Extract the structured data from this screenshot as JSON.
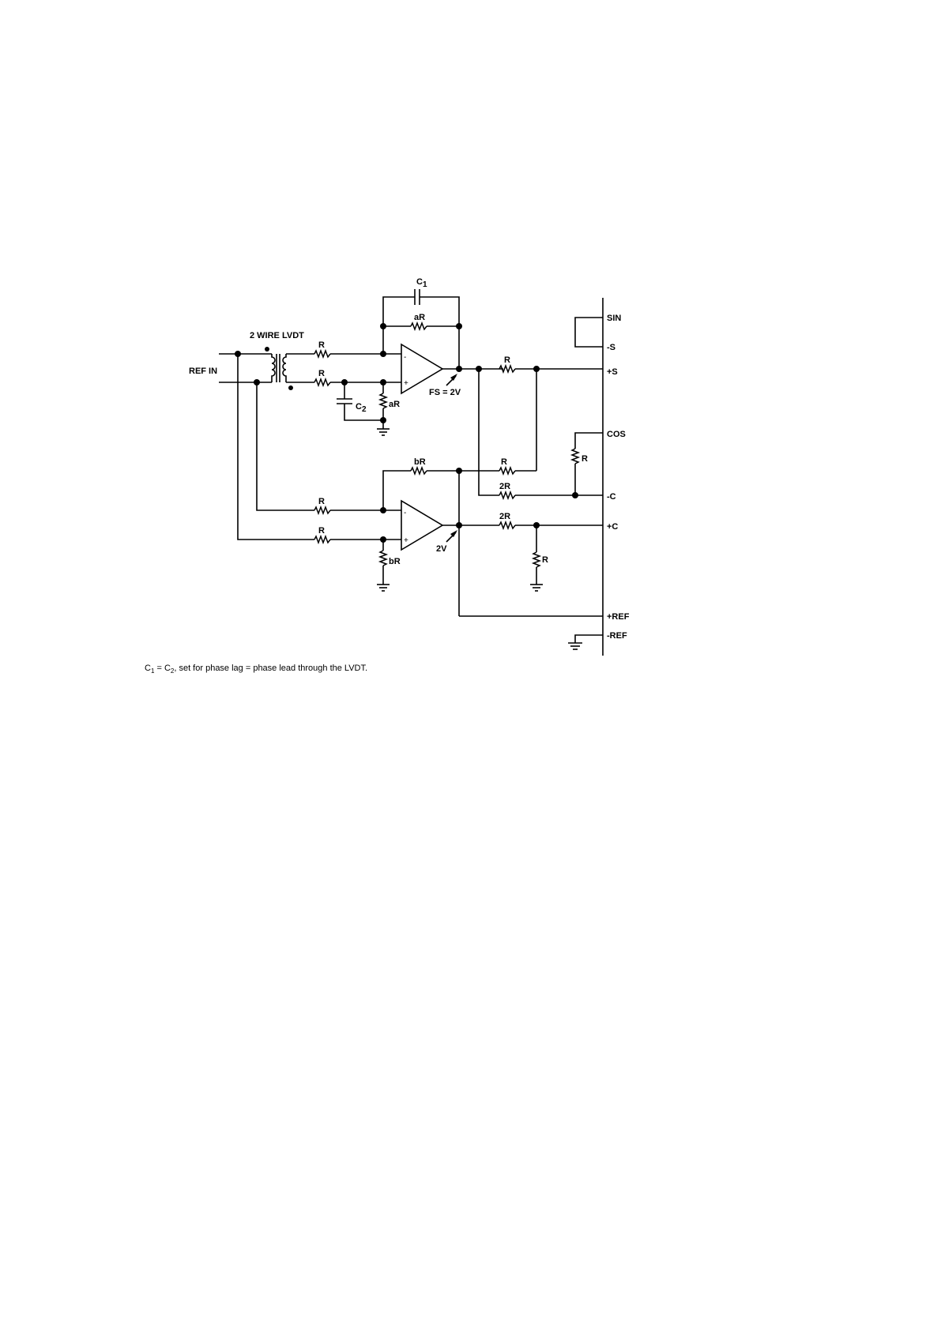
{
  "labels": {
    "lvdt": "2 WIRE LVDT",
    "ref_in": "REF IN",
    "c1_letter": "C",
    "c1_sub": "1",
    "c2_letter": "C",
    "c2_sub": "2",
    "ar_feedback": "aR",
    "ar_ground": "aR",
    "r_in_top": "R",
    "r_in_mid": "R",
    "r_in_low1": "R",
    "r_in_low2": "R",
    "br_feedback": "bR",
    "br_ground": "bR",
    "fs_note": "FS = 2V",
    "two_v": "2V",
    "r_to_s": "R",
    "r_mid_to_s": "R",
    "r_2r_to_c": "2R",
    "r_2r_to_plus_c": "2R",
    "r_cos": "R",
    "r_plus_c_ground": "R",
    "opamp_minus": "-",
    "opamp_plus": "+"
  },
  "pins": {
    "sin": "SIN",
    "minus_s": "-S",
    "plus_s": "+S",
    "cos": "COS",
    "minus_c": "-C",
    "plus_c": "+C",
    "plus_ref": "+REF",
    "minus_ref": "-REF"
  },
  "caption": {
    "c1": "C",
    "c1_sub": "1",
    "eq": " = C",
    "c2_sub": "2",
    "rest": ", set for phase lag = phase lead through the LVDT."
  }
}
